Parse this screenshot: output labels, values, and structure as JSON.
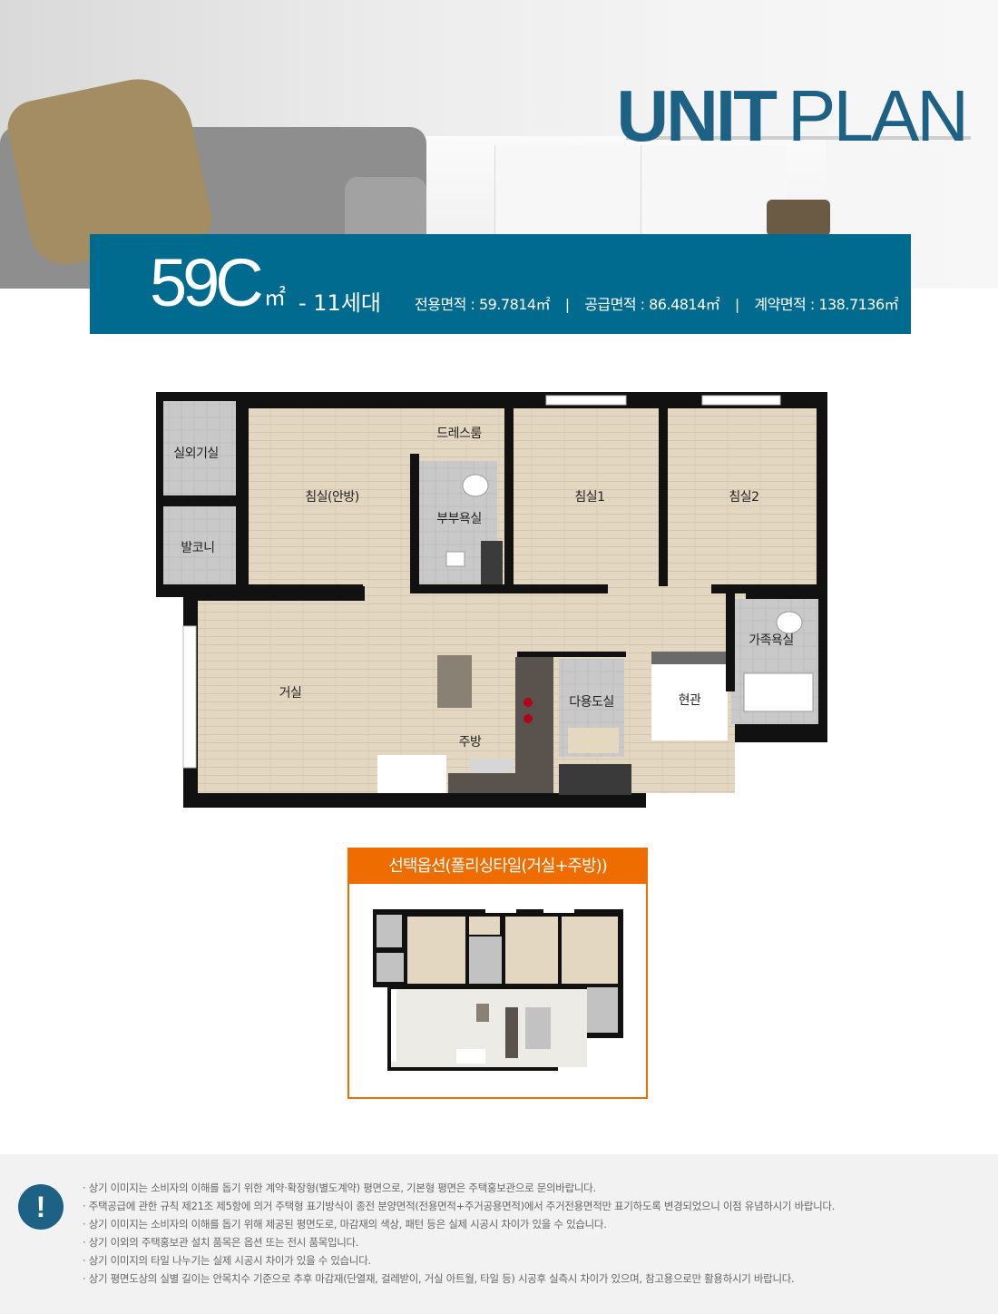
{
  "header": {
    "title_bold": "UNIT",
    "title_light": "PLAN"
  },
  "banner": {
    "size": "59C",
    "unit": "㎡",
    "units_count": "- 11세대",
    "exclusive_area": "전용면적 : 59.7814㎡",
    "supply_area": "공급면적 : 86.4814㎡",
    "contract_area": "계약면적 : 138.7136㎡",
    "separator": "|"
  },
  "floor_plan": {
    "rooms": {
      "outdoor_unit_room": "실외기실",
      "balcony": "발코니",
      "master_bedroom": "침실(안방)",
      "dress_room": "드레스룸",
      "master_bathroom": "부부욕실",
      "bedroom1": "침실1",
      "bedroom2": "침실2",
      "family_bathroom": "가족욕실",
      "living_room": "거실",
      "kitchen": "주방",
      "utility_room": "다용도실",
      "entrance": "현관"
    }
  },
  "option": {
    "title": "선택옵션(폴리싱타일(거실+주방))"
  },
  "notice": {
    "items": [
      "상기 이미지는 소비자의 이해를 돕기 위한 계약·확장형(별도계약) 평면으로, 기본형 평면은 주택홍보관으로 문의바랍니다.",
      "주택공급에 관한 규칙 제21조 제5항에 의거 주택형 표기방식이 종전 분양면적(전용면적+주거공용면적)에서 주거전용면적만 표기하도록 변경되었으니 이점 유념하시기 바랍니다.",
      "상기 이미지는 소비자의 이해를 돕기 위해 제공된 평면도로, 마감재의 색상, 패턴 등은 실제 시공시 차이가 있을 수 있습니다.",
      "상기 이외의 주택홍보관 설치 품목은 옵션 또는 전시 품목입니다.",
      "상기 이미지의 타일 나누기는 실제 시공시 차이가 있을 수 있습니다.",
      "상기 평면도상의 실별 길이는 안목치수 기준으로 추후 마감재(단열재, 걸레받이, 거실 아트월, 타일 등) 시공후 실측시 차이가 있으며, 참고용으로만 활용하시기 바랍니다."
    ]
  },
  "colors": {
    "brand_blue": "#1d6185",
    "banner_blue": "#006b8f",
    "option_orange": "#ef6c00",
    "wall": "#111111",
    "wood_floor": "#e3d7c2",
    "tile_floor": "#c9c9c9"
  }
}
